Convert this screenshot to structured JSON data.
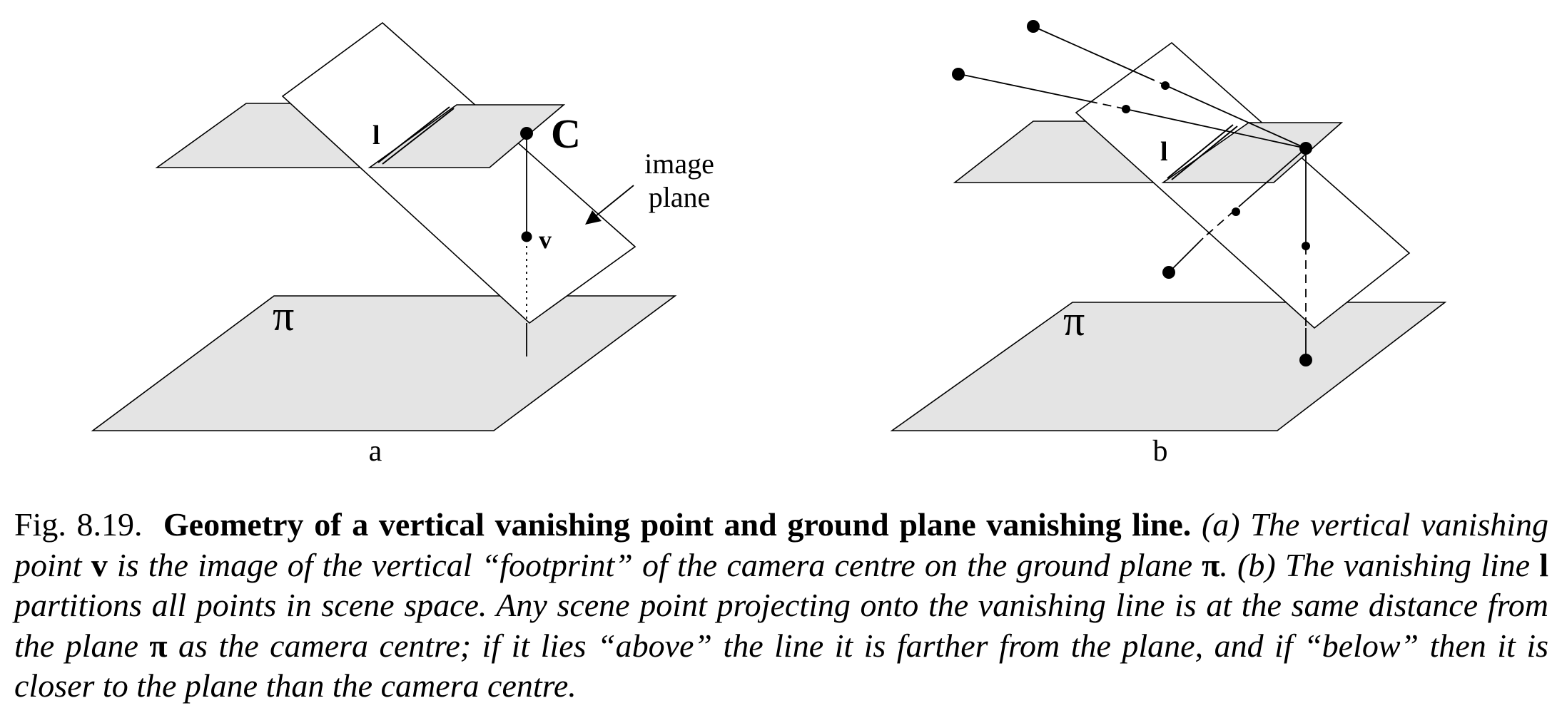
{
  "figure": {
    "panel_a": {
      "label_line": "l",
      "label_camera": "C",
      "label_vanishing_point": "v",
      "label_image_plane_1": "image",
      "label_image_plane_2": "plane",
      "label_ground_plane": "π",
      "sublabel": "a"
    },
    "panel_b": {
      "label_line": "l",
      "label_ground_plane": "π",
      "sublabel": "b"
    }
  },
  "caption": {
    "number": "Fig. 8.19.",
    "title": "Geometry of a vertical vanishing point and ground plane vanishing line.",
    "part1": "(a) The vertical vanishing point",
    "sym_v": "v",
    "part2": "is the image of the vertical “footprint” of the camera centre on the ground plane",
    "sym_pi_1": "π",
    "part3": ". (b) The vanishing line",
    "sym_l": "l",
    "part4": "partitions all points in scene space. Any scene point projecting onto the vanishing line is at the same distance from the plane",
    "sym_pi_2": "π",
    "part5": "as the camera centre; if it lies “above” the line it is farther from the plane, and if “below” then it is closer to the plane than the camera centre."
  }
}
